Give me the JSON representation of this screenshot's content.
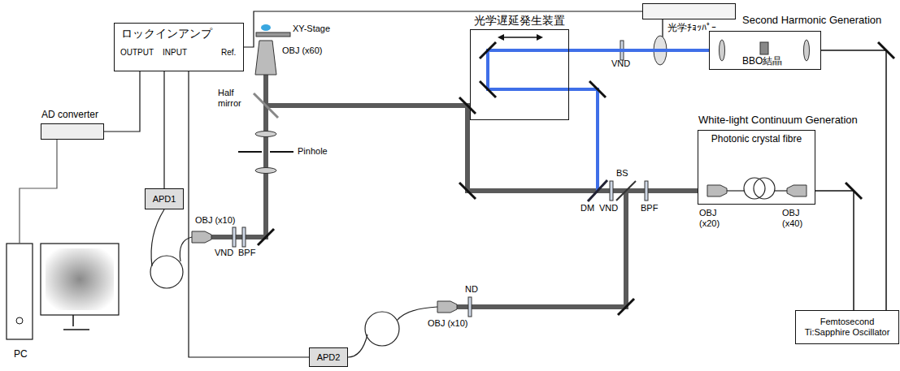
{
  "diagram": {
    "nodes": [
      {
        "text": [
          "光学遅延発生装置"
        ]
      },
      {
        "text": [
          "光学ﾁｮｯﾊﾟｰ"
        ]
      },
      {
        "text": [
          "Second Harmonic Generation",
          "BBO結晶"
        ]
      },
      {
        "text": [
          "ロックインアンプ"
        ]
      },
      {
        "text": [
          "White-light Continuum Generation",
          "Photonic crystal fibre"
        ]
      },
      {
        "text": [
          "AD converter"
        ]
      },
      {
        "text": [
          "APD1"
        ]
      },
      {
        "text": [
          "APD2"
        ]
      },
      {
        "text": [
          "PC"
        ]
      },
      {
        "text": [
          "Femtosecond Ti:Sapphire Oscillator"
        ]
      }
    ],
    "edges": [
      {
        "from": 1,
        "to": 3,
        "arrow": "none"
      },
      {
        "from": 3,
        "to": 5,
        "arrow": "none"
      },
      {
        "from": 5,
        "to": 8,
        "arrow": "none"
      },
      {
        "from": 6,
        "to": 3,
        "arrow": "none"
      },
      {
        "from": 7,
        "to": 3,
        "arrow": "none"
      },
      {
        "from": 9,
        "to": 2,
        "arrow": "none"
      },
      {
        "from": 9,
        "to": 4,
        "arrow": "none"
      },
      {
        "from": 2,
        "to": 0,
        "arrow": "none"
      }
    ],
    "labels": [
      "XY-Stage",
      "OBJ (x60)",
      "Half mirror",
      "Pinhole",
      "OBJ (x10)",
      "VND",
      "BPF",
      "VND",
      "DM",
      "VND",
      "BS",
      "BPF",
      "ND",
      "OBJ (x10)",
      "OBJ (x20)",
      "OBJ (x40)",
      "OUTPUT",
      "INPUT",
      "Ref."
    ]
  }
}
